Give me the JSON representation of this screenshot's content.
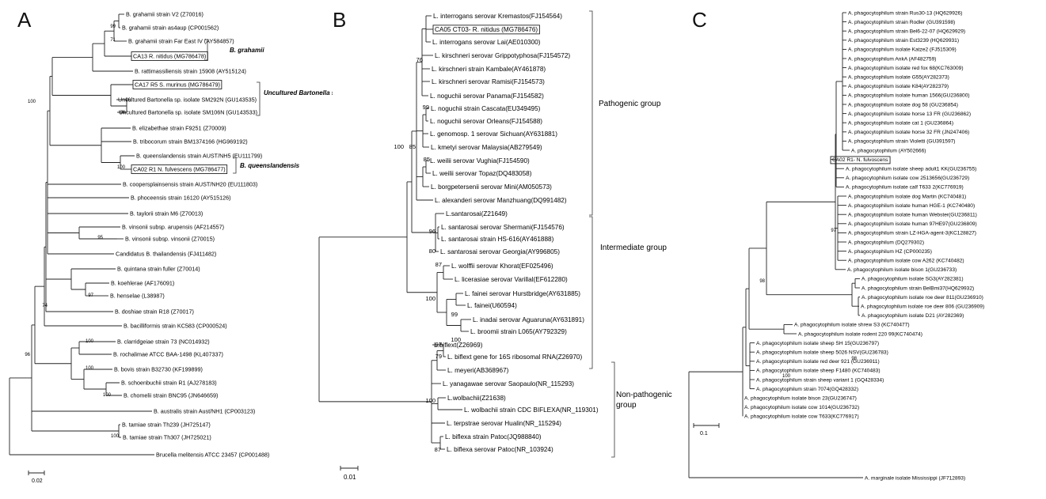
{
  "panels": {
    "a": {
      "letter": "A",
      "scale_label": "0.02",
      "leaves": [
        {
          "label": "B. grahamii strain V2 (Z70016)"
        },
        {
          "label": "B. grahamii strain as4aup (CP001562)"
        },
        {
          "label": "B. grahamii strain Far East IV (AY584857)"
        },
        {
          "label": "CA13 R. nitidus (MG786478)",
          "boxed": true
        },
        {
          "label": "B. rattimassiliensis strain 15908 (AY515124)"
        },
        {
          "label": "CA17 R5 S. murinus (MG786479)",
          "boxed": true
        },
        {
          "label": "Uncultured Bartonella sp. isolate SM292N (GU143535)"
        },
        {
          "label": "Uncultured Bartonella sp. isolate SM106N (GU143533)"
        },
        {
          "label": "B. elizabethae strain F9251 (Z70009)"
        },
        {
          "label": "B. tribocorum strain BM1374166 (HG969192)"
        },
        {
          "label": "B. queenslandensis strain AUST/NH5 (EU111799)"
        },
        {
          "label": "CA02 R1 N. fulvescens (MG786477)",
          "boxed": true
        },
        {
          "label": "B. coopersplainsensis strain AUST/NH20 (EU111803)"
        },
        {
          "label": "B. phoceensis strain 16120 (AY515126)"
        },
        {
          "label": "B. taylorii strain M6 (Z70013)"
        },
        {
          "label": "B. vinsonii subsp. arupensis (AF214557)"
        },
        {
          "label": "B. vinsonii subsp. vinsonii (Z70015)"
        },
        {
          "label": "Candidatus B. thailandensis (FJ411482)"
        },
        {
          "label": "B. quintana strain fuller (Z70014)"
        },
        {
          "label": "B. koehlerae (AF176091)"
        },
        {
          "label": "B. henselae (L38987)"
        },
        {
          "label": "B. doshiae strain R18 (Z70017)"
        },
        {
          "label": "B. bacilliformis strain KC583 (CP000524)"
        },
        {
          "label": "B. clarridgeiae strain 73 (NC014932)"
        },
        {
          "label": "B. rochalimae ATCC BAA-1498 (KL407337)"
        },
        {
          "label": "B. bovis strain B32730 (KF199899)"
        },
        {
          "label": "B. schoenbuchii strain R1 (AJ278183)"
        },
        {
          "label": "B. chomelii strain BNC95 (JN646659)"
        },
        {
          "label": "B. australis strain Aust/NH1 (CP003123)"
        },
        {
          "label": "B. tamiae strain Th239 (JH725147)"
        },
        {
          "label": "B. tamiae strain Th307 (JH725021)"
        },
        {
          "label": "Brucella melitensis ATCC 23457 (CP001488)"
        }
      ],
      "bootstrap": [
        "99",
        "71",
        "100",
        "96",
        "96",
        "100",
        "95",
        "97",
        "74",
        "96",
        "100",
        "100",
        "100",
        "100"
      ],
      "groups": [
        "B. grahamii",
        "Uncultured Bartonella spp.",
        "B. queenslandensis"
      ]
    },
    "b": {
      "letter": "B",
      "scale_label": "0.01",
      "leaves": [
        {
          "label": "L. interrogans serovar Kremastos(FJ154564)"
        },
        {
          "label": "CA05 CT03- R. nitidus (MG786476)",
          "boxed": true
        },
        {
          "label": "L. interrogans serovar Lai(AE010300)"
        },
        {
          "label": "L. kirschneri serovar Grippotyphosa(FJ154572)"
        },
        {
          "label": "L. kirschneri strain Kambale(AY461878)"
        },
        {
          "label": "L. kirschneri serovar Ramisi(FJ154573)"
        },
        {
          "label": "L. noguchii serovar Panama(FJ154582)"
        },
        {
          "label": "L. noguchii strain Cascata(EU349495)"
        },
        {
          "label": "L. noguchii serovar Orleans(FJ154588)"
        },
        {
          "label": "L. genomosp. 1 serovar Sichuan(AY631881)"
        },
        {
          "label": "L. kmetyi serovar Malaysia(AB279549)"
        },
        {
          "label": "L. weilii serovar Vughia(FJ154590)"
        },
        {
          "label": "L. weilii serovar Topaz(DQ483058)"
        },
        {
          "label": "L. borgpetersenii serovar Mini(AM050573)"
        },
        {
          "label": "L. alexanderi serovar Manzhuang(DQ991482)"
        },
        {
          "label": "L.santarosai(Z21649)"
        },
        {
          "label": "L. santarosai serovar Shermani(FJ154576)"
        },
        {
          "label": "L. santarosai strain HS-616(AY461888)"
        },
        {
          "label": "L. santarosai serovar Georgia(AY996805)"
        },
        {
          "label": "L. wolffii serovar Khorat(EF025496)"
        },
        {
          "label": "L. licerasiae serovar Varillal(EF612280)"
        },
        {
          "label": "L. fainei serovar Hurstbridge(AY631885)"
        },
        {
          "label": "L. fainei(U60594)"
        },
        {
          "label": "L. inadai serovar Aguaruna(AY631891)"
        },
        {
          "label": "L. broomii strain L065(AY792329)"
        },
        {
          "label": "L.biflext(Z26969)"
        },
        {
          "label": "L. biflext gene for 16S ribosomal RNA(Z26970)"
        },
        {
          "label": "L. meyeri(AB368967)"
        },
        {
          "label": "L. yanagawae serovar Saopaulo(NR_115293)"
        },
        {
          "label": "L.wolbachii(Z21638)"
        },
        {
          "label": "L. wolbachii strain CDC BIFLEXA(NR_119301)"
        },
        {
          "label": "L. terpstrae serovar Hualin(NR_115294)"
        },
        {
          "label": "L. biflexa strain Patoc(JQ988840)"
        },
        {
          "label": "L. biflexa serovar Patoc(NR_103924)"
        }
      ],
      "bootstrap": [
        "76",
        "99",
        "100",
        "85",
        "85",
        "96",
        "80",
        "87",
        "100",
        "99",
        "100",
        "97",
        "79",
        "100",
        "87"
      ],
      "groups": [
        "Pathogenic group",
        "Intermediate group",
        "Non-pathogenic group"
      ]
    },
    "c": {
      "letter": "C",
      "scale_label": "0.1",
      "leaves": [
        {
          "label": "A. phagocytophilum strain Rus30-13 (HQ629926)"
        },
        {
          "label": "A. phagocytophilum strain Rodler (GU391598)"
        },
        {
          "label": "A. phagocytophilum strain Bel6-22-07 (HQ629929)"
        },
        {
          "label": "A. phagocytophilum strain Est3239 (HQ629931)"
        },
        {
          "label": "A. phagocytophilum isolate Katze2 (FJ515309)"
        },
        {
          "label": "A. phagocytophilum AnkA (AF482759)"
        },
        {
          "label": "A. phagocytophilum isolate red fox 68(KC763009)"
        },
        {
          "label": "A. phagocytophilum isolate G55(AY282373)"
        },
        {
          "label": "A. phagocytophilum isolate K84(AY282379)"
        },
        {
          "label": "A. phagocytophilum isolate human 1566(GU236800)"
        },
        {
          "label": "A. phagocytophilum isolate dog 58 (GU236854)"
        },
        {
          "label": "A. phagocytophilum isolate horse 13 FR (GU236862)"
        },
        {
          "label": "A. phagocytophilum isolate cat 1 (GU236864)"
        },
        {
          "label": "A. phagocytophilum isolate horse 32 FR (JN247406)"
        },
        {
          "label": "A. phagocytophilum strain Violetti (GU391597)"
        },
        {
          "label": "A. phagocytophilum (AY502666)"
        },
        {
          "label": "CA02 R1- N. fulvoscens",
          "boxed": true
        },
        {
          "label": "A. phagocytophilum isolate sheep adult1 KK(GU236755)"
        },
        {
          "label": "A. phagocytophilum isolate cow 2513656(GU236729)"
        },
        {
          "label": "A. phagocytophilum isolate calf T633 2(KC776919)"
        },
        {
          "label": "A. phagocytophilum isolate dog Martin (KC740481)"
        },
        {
          "label": "A. phagocytophilum isolate human HGE-1 (KC740480)"
        },
        {
          "label": "A. phagocytophilum isolate human Webster(GU236811)"
        },
        {
          "label": "A. phagocytophilum isolate human 97HE97(GU236809)"
        },
        {
          "label": "A. phagocytophilum strain LZ-HGA-agent-3(KC128827)"
        },
        {
          "label": "A. phagocytophilum (DQ279302)"
        },
        {
          "label": "A. phagocytophilum HZ (CP000235)"
        },
        {
          "label": "A. phagocytophilum isolate cow A262 (KC740482)"
        },
        {
          "label": "A. phagocytophilum isolate bison 1(GU236733)"
        },
        {
          "label": "A. phagocytophilum isolate SG3(AY282381)"
        },
        {
          "label": "A. phagocytophilum strain BelBmi37(HQ629932)"
        },
        {
          "label": "A. phagocytophilum isolate roe deer 811(GU236910)"
        },
        {
          "label": "A. phagocytophilum isolate roe deer 806 (GU236909)"
        },
        {
          "label": "A. phagocytophilum isolate D21 (AY282369)"
        },
        {
          "label": "A. phagocytophilum isolate shrew S3 (KC740477)"
        },
        {
          "label": "A. phagocytophilum isolate rodent 220 99(KC740474)"
        },
        {
          "label": "A. phagocytophilum isolate sheep SH 15(GU236797)"
        },
        {
          "label": "A. phagocytophilum isolate sheep 5026 NSV(GU236783)"
        },
        {
          "label": "A. phagocytophilum isolate red deer 921 (GU236911)"
        },
        {
          "label": "A. phagocytophilum isolate sheep F1480 (KC740483)"
        },
        {
          "label": "A. phagocytophilum strain sheep variant 1 (GQ428334)"
        },
        {
          "label": "A. phagocytophilum strain 7074(GQ428332)"
        },
        {
          "label": "A. phagocytophilum isolate bison 23(GU236747)"
        },
        {
          "label": "A. phagocytophilum isolate cow 1014(GU236732)"
        },
        {
          "label": "A. phagocytophilum isolate cow T633(KC776917)"
        },
        {
          "label": "A. marginale isolate Mississippi (JF712893)"
        }
      ],
      "bootstrap": [
        "97",
        "98",
        "98",
        "100"
      ]
    }
  }
}
